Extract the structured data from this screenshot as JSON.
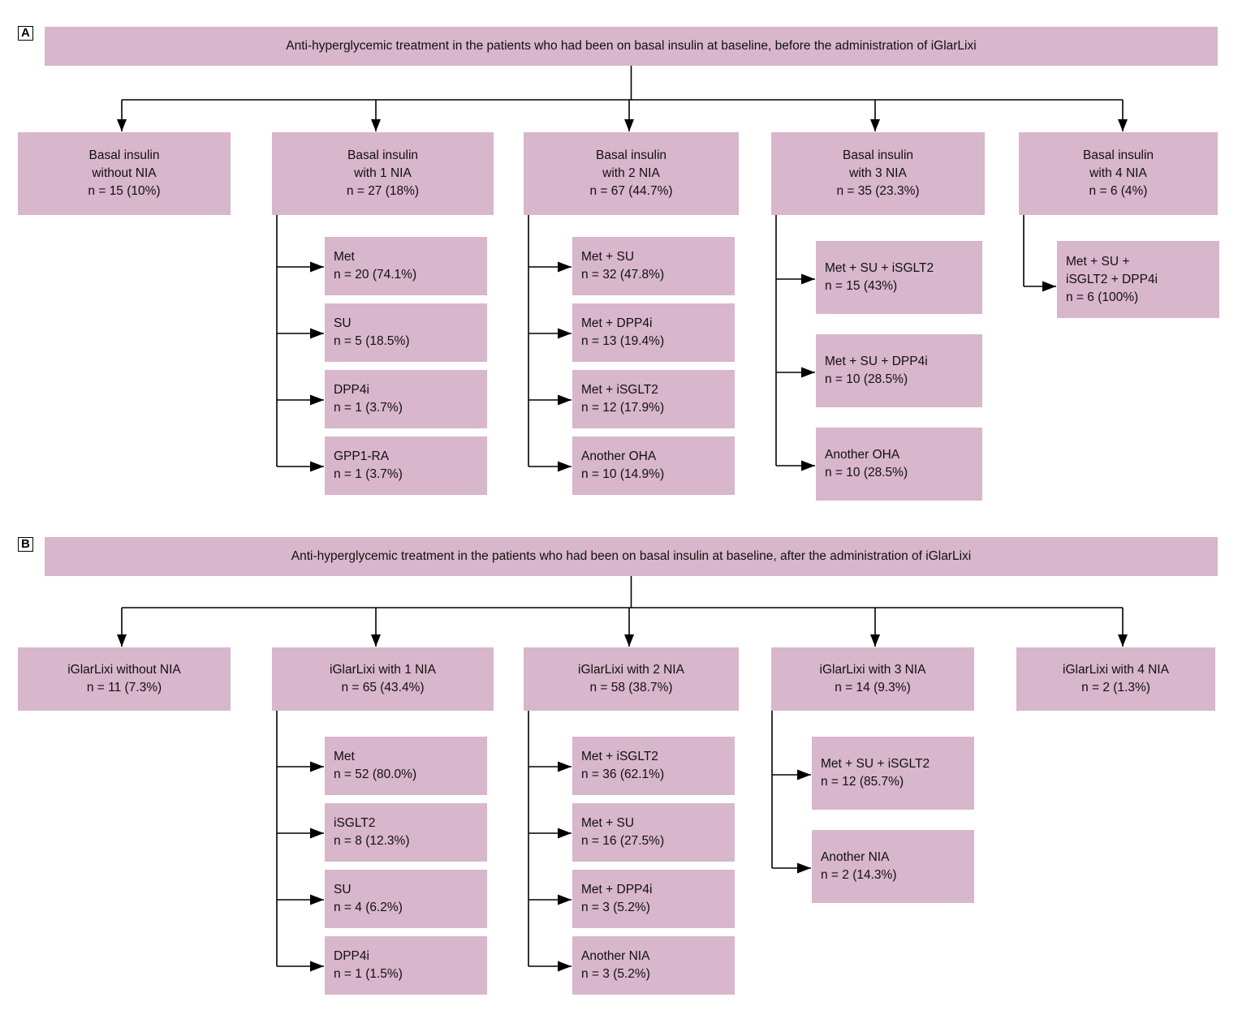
{
  "figure": {
    "type": "flowchart",
    "background_color": "#ffffff",
    "box_color": "#d8b6cb",
    "line_color": "#000000"
  },
  "panels": [
    {
      "letter": "A",
      "header": "Anti-hyperglycemic treatment in the patients who had been on basal insulin at baseline, before the administration of iGlarLixi",
      "columns": [
        {
          "title_lines": [
            "Basal insulin",
            "without NIA",
            "n = 15 (10%)"
          ],
          "children": []
        },
        {
          "title_lines": [
            "Basal insulin",
            "with 1 NIA",
            "n = 27 (18%)"
          ],
          "children": [
            {
              "lines": [
                "Met",
                "n = 20 (74.1%)"
              ]
            },
            {
              "lines": [
                "SU",
                "n = 5 (18.5%)"
              ]
            },
            {
              "lines": [
                "DPP4i",
                "n = 1 (3.7%)"
              ]
            },
            {
              "lines": [
                "GPP1-RA",
                "n = 1 (3.7%)"
              ]
            }
          ]
        },
        {
          "title_lines": [
            "Basal insulin",
            "with 2 NIA",
            "n = 67 (44.7%)"
          ],
          "children": [
            {
              "lines": [
                "Met + SU",
                "n = 32 (47.8%)"
              ]
            },
            {
              "lines": [
                "Met + DPP4i",
                "n = 13 (19.4%)"
              ]
            },
            {
              "lines": [
                "Met + iSGLT2",
                "n = 12 (17.9%)"
              ]
            },
            {
              "lines": [
                "Another OHA",
                "n = 10 (14.9%)"
              ]
            }
          ]
        },
        {
          "title_lines": [
            "Basal insulin",
            "with 3 NIA",
            "n = 35 (23.3%)"
          ],
          "children": [
            {
              "lines": [
                "Met + SU + iSGLT2",
                "n = 15 (43%)"
              ]
            },
            {
              "lines": [
                "Met + SU + DPP4i",
                "n = 10 (28.5%)"
              ]
            },
            {
              "lines": [
                "Another OHA",
                "n = 10 (28.5%)"
              ]
            }
          ]
        },
        {
          "title_lines": [
            "Basal insulin",
            "with 4 NIA",
            "n = 6 (4%)"
          ],
          "children": [
            {
              "lines": [
                "Met + SU +",
                "iSGLT2 + DPP4i",
                "n = 6 (100%)"
              ]
            }
          ]
        }
      ]
    },
    {
      "letter": "B",
      "header": "Anti-hyperglycemic treatment in the patients who had been on basal insulin at baseline, after the administration of iGlarLixi",
      "columns": [
        {
          "title_lines": [
            "iGlarLixi without NIA",
            "n = 11 (7.3%)"
          ],
          "children": []
        },
        {
          "title_lines": [
            "iGlarLixi with 1 NIA",
            "n = 65 (43.4%)"
          ],
          "children": [
            {
              "lines": [
                "Met",
                "n = 52 (80.0%)"
              ]
            },
            {
              "lines": [
                "iSGLT2",
                "n = 8 (12.3%)"
              ]
            },
            {
              "lines": [
                "SU",
                "n = 4 (6.2%)"
              ]
            },
            {
              "lines": [
                "DPP4i",
                "n = 1 (1.5%)"
              ]
            }
          ]
        },
        {
          "title_lines": [
            "iGlarLixi with 2 NIA",
            "n = 58 (38.7%)"
          ],
          "children": [
            {
              "lines": [
                "Met + iSGLT2",
                "n = 36 (62.1%)"
              ]
            },
            {
              "lines": [
                "Met + SU",
                "n = 16 (27.5%)"
              ]
            },
            {
              "lines": [
                "Met + DPP4i",
                "n = 3 (5.2%)"
              ]
            },
            {
              "lines": [
                "Another NIA",
                "n = 3 (5.2%)"
              ]
            }
          ]
        },
        {
          "title_lines": [
            "iGlarLixi with 3 NIA",
            "n = 14 (9.3%)"
          ],
          "children": [
            {
              "lines": [
                "Met + SU + iSGLT2",
                "n = 12 (85.7%)"
              ]
            },
            {
              "lines": [
                "Another NIA",
                "n = 2 (14.3%)"
              ]
            }
          ]
        },
        {
          "title_lines": [
            "iGlarLixi with 4 NIA",
            "n = 2 (1.3%)"
          ],
          "children": []
        }
      ]
    }
  ]
}
